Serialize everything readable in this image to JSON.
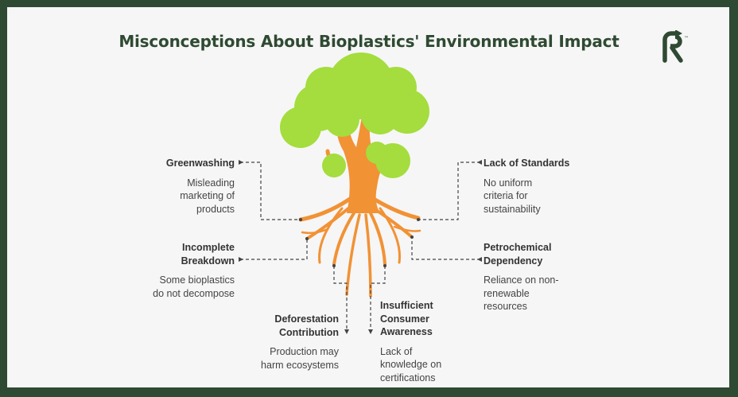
{
  "title": "Misconceptions About Bioplastics' Environmental Impact",
  "logo": {
    "icon": "recycle-r-logo",
    "tm": "™"
  },
  "colors": {
    "frame": "#2f4a32",
    "canopy": "#a4dd3d",
    "trunk": "#f19235",
    "text": "#333333"
  },
  "items": [
    {
      "heading": "Greenwashing",
      "desc": "Misleading marketing of products"
    },
    {
      "heading": "Lack of Standards",
      "desc": "No uniform criteria for sustainability"
    },
    {
      "heading": "Incomplete Breakdown",
      "desc": "Some bioplastics do not decompose"
    },
    {
      "heading": "Petrochemical Dependency",
      "desc": "Reliance on non-renewable resources"
    },
    {
      "heading": "Deforestation Contribution",
      "desc": "Production may harm ecosystems"
    },
    {
      "heading": "Insufficient Consumer Awareness",
      "desc": "Lack of knowledge on certifications"
    }
  ]
}
